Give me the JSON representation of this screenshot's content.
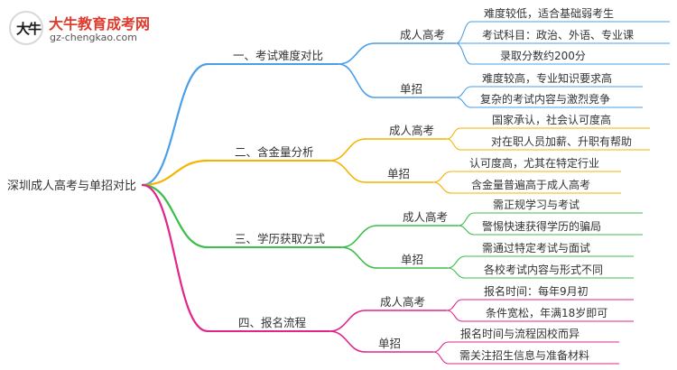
{
  "logo": {
    "mark": "大牛",
    "title": "大牛教育成考网",
    "url": "gz-chengkao.com"
  },
  "root": "深圳成人高考与单招对比",
  "branches": [
    {
      "label": "一、考试难度对比",
      "color": "#4a9fe8",
      "children": [
        {
          "label": "成人高考",
          "leaves": [
            "难度较低，适合基础弱考生",
            "考试科目：政治、外语、专业课",
            "录取分数约200分"
          ]
        },
        {
          "label": "单招",
          "leaves": [
            "难度较高，专业知识要求高",
            "复杂的考试内容与激烈竞争"
          ]
        }
      ]
    },
    {
      "label": "二、含金量分析",
      "color": "#f4b400",
      "children": [
        {
          "label": "成人高考",
          "leaves": [
            "国家承认，社会认可度高",
            "对在职人员加薪、升职有帮助"
          ]
        },
        {
          "label": "单招",
          "leaves": [
            "认可度高，尤其在特定行业",
            "含金量普遍高于成人高考"
          ]
        }
      ]
    },
    {
      "label": "三、学历获取方式",
      "color": "#3cbf4a",
      "children": [
        {
          "label": "成人高考",
          "leaves": [
            "需正规学习与考试",
            "警惕快速获得学历的骗局"
          ]
        },
        {
          "label": "单招",
          "leaves": [
            "需通过特定考试与面试",
            "各校考试内容与形式不同"
          ]
        }
      ]
    },
    {
      "label": "四、报名流程",
      "color": "#e0268a",
      "children": [
        {
          "label": "成人高考",
          "leaves": [
            "报名时间：每年9月初",
            "条件宽松，年满18岁即可"
          ]
        },
        {
          "label": "单招",
          "leaves": [
            "报名时间与流程因校而异",
            "需关注招生信息与准备材料"
          ]
        }
      ]
    }
  ]
}
